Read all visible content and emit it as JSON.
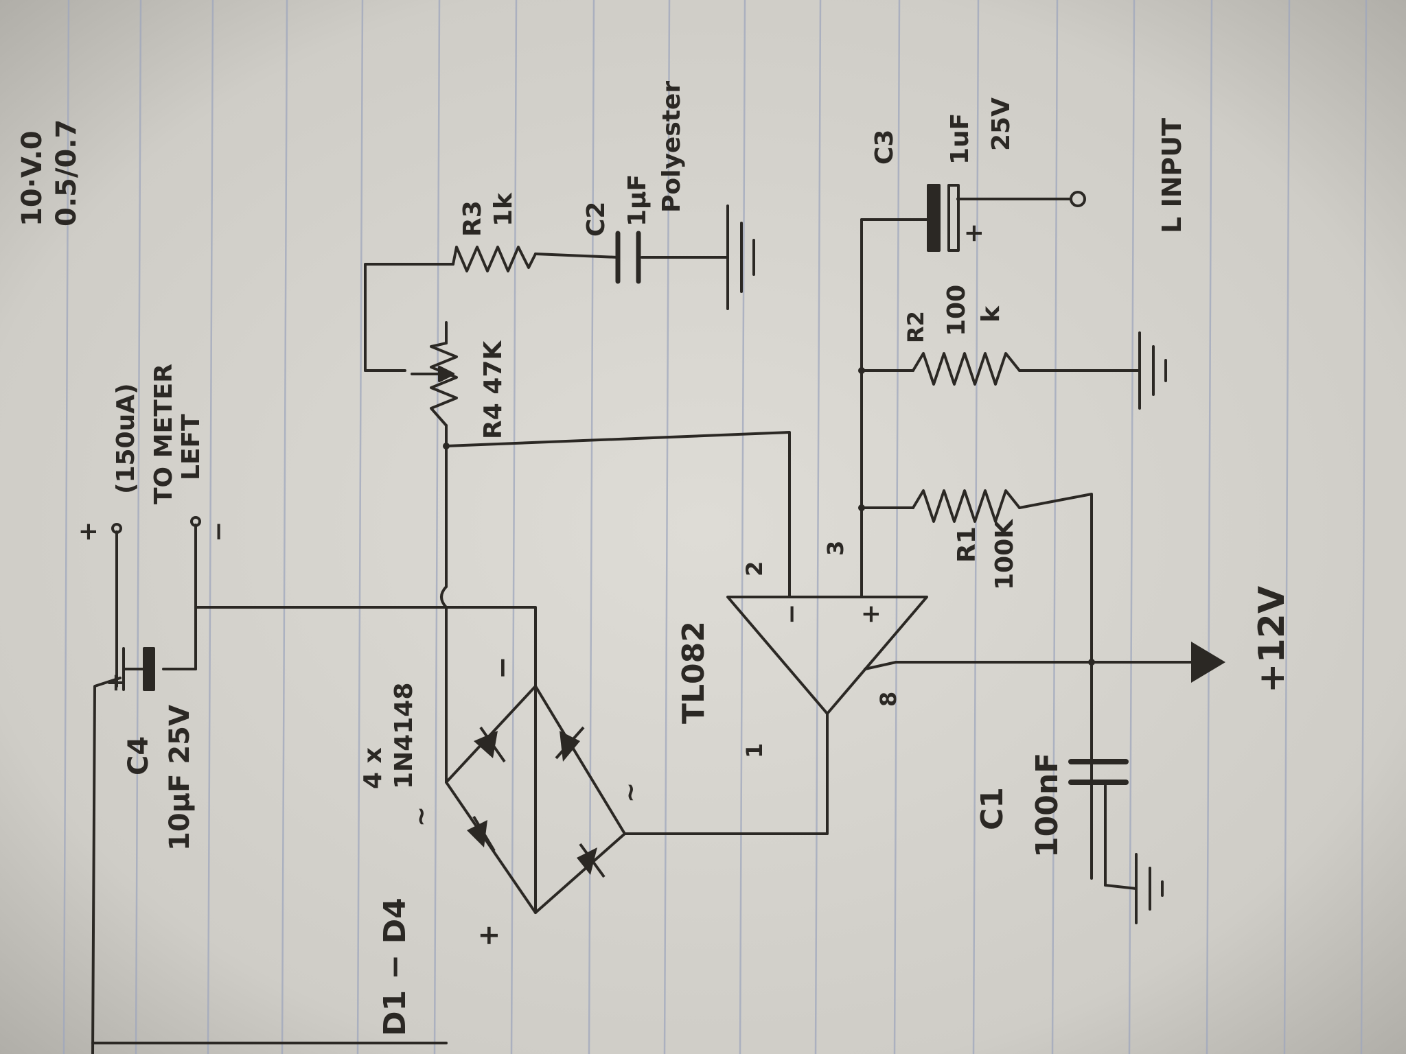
{
  "colors": {
    "paper": "#d9d7d1",
    "rule": "#9fa7bd",
    "ink": "#2b2824"
  },
  "corner_note": {
    "line1": "10·V.0",
    "line2": "0.5/0.7"
  },
  "meter": {
    "current": "(150uA)",
    "to": "TO METER",
    "channel": "LEFT",
    "plus": "+",
    "minus": "−"
  },
  "c4": {
    "ref": "C4",
    "value": "10µF 25V",
    "plus": "+"
  },
  "r3": {
    "ref": "R3",
    "value": "1k"
  },
  "r4": {
    "ref": "R4 47K"
  },
  "c2": {
    "ref": "C2",
    "value": "1µF",
    "type": "Polyester"
  },
  "c3": {
    "ref": "C3",
    "value": "1uF",
    "voltage": "25V",
    "plus": "+"
  },
  "r2": {
    "ref": "R2",
    "value": "100",
    "unit": "k"
  },
  "r1": {
    "ref": "R1",
    "value": "100K"
  },
  "c1": {
    "ref": "C1",
    "value": "100nF"
  },
  "opamp": {
    "part": "TL082",
    "pin1": "1",
    "pin2": "2",
    "pin3": "3",
    "pin8": "8",
    "minus": "−",
    "plus": "+"
  },
  "bridge": {
    "label": "D1 − D4",
    "count": "4 x",
    "part": "1N4148",
    "plus": "+",
    "minus": "−",
    "ac1": "~",
    "ac2": "~"
  },
  "supply": {
    "label": "+12V"
  },
  "input": {
    "label": "L INPUT"
  }
}
